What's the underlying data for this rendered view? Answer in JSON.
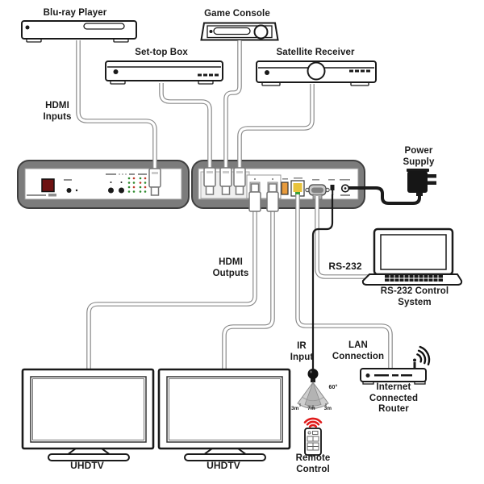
{
  "labels": {
    "bluray": "Blu-ray Player",
    "game_console": "Game Console",
    "settop": "Set-top Box",
    "satellite": "Satellite Receiver",
    "hdmi_inputs": "HDMI\nInputs",
    "hdmi_outputs": "HDMI\nOutputs",
    "power_supply": "Power\nSupply",
    "rs232_cable": "RS-232",
    "rs232_system": "RS-232 Control\nSystem",
    "ir_input": "IR\nInput",
    "lan_connection": "LAN\nConnection",
    "router": "Internet\nConnected\nRouter",
    "remote": "Remote\nControl",
    "uhdtv_left": "UHDTV",
    "uhdtv_right": "UHDTV"
  },
  "ir_receiver": {
    "angle": "60°",
    "distances": [
      "3m",
      "7m",
      "3m"
    ]
  },
  "colors": {
    "cable_black": "#1a1a1a",
    "bezel_gray": "#7c7c7c",
    "ir_beam_red": "#e01b1b",
    "usb_orange": "#e89b3c",
    "ethernet_yellow": "#e8c33c",
    "ethernet_green": "#3aa03a",
    "led_green": "#2e8b2e",
    "led_red": "#c23a2a",
    "ir_window_red": "#6e1212"
  }
}
